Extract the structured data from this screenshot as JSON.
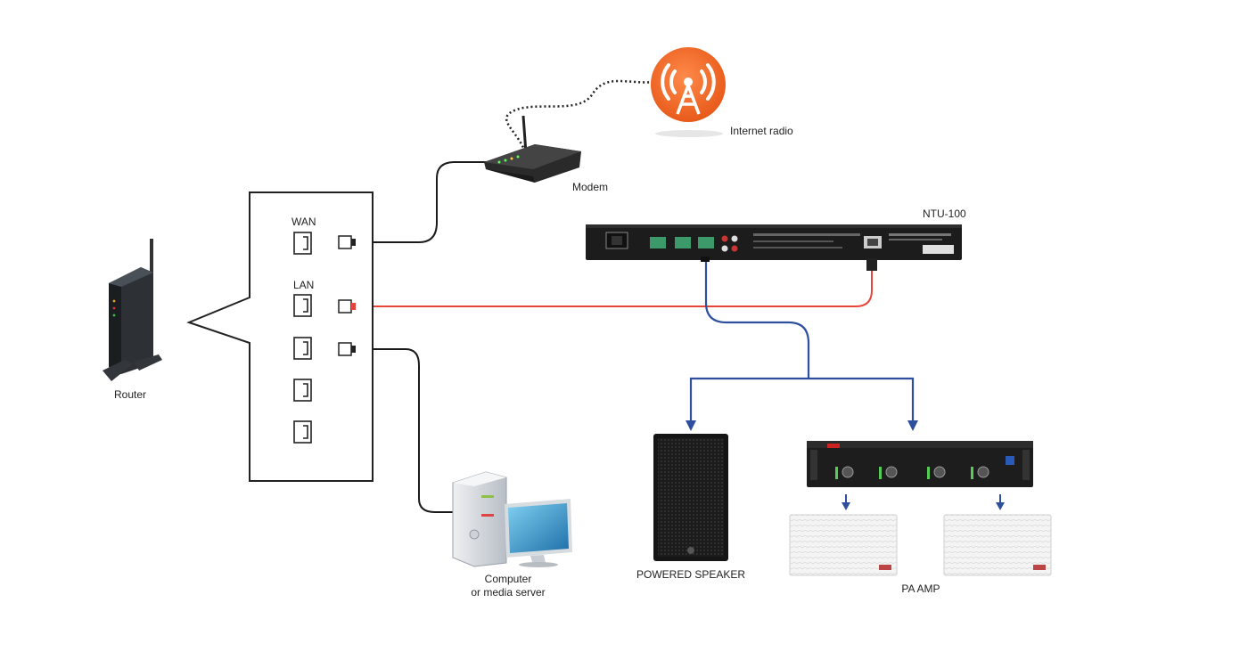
{
  "labels": {
    "internet_radio": "Internet radio",
    "modem": "Modem",
    "ntu": "NTU-100",
    "wan": "WAN",
    "lan": "LAN",
    "router": "Router",
    "computer_line1": "Computer",
    "computer_line2": "or media server",
    "powered_speaker": "POWERED SPEAKER",
    "pa_amp": "PA AMP"
  },
  "colors": {
    "wan_cable": "#1a1a1a",
    "lan_cable": "#e8443a",
    "audio_cable": "#2e4f9e",
    "radio_badge": "#f26b2a"
  },
  "icons": [
    "radio-tower-icon",
    "modem-icon",
    "router-icon",
    "rj45-port-icon",
    "rj45-plug-icon",
    "computer-icon",
    "speaker-icon",
    "amplifier-icon",
    "wall-speaker-icon"
  ]
}
